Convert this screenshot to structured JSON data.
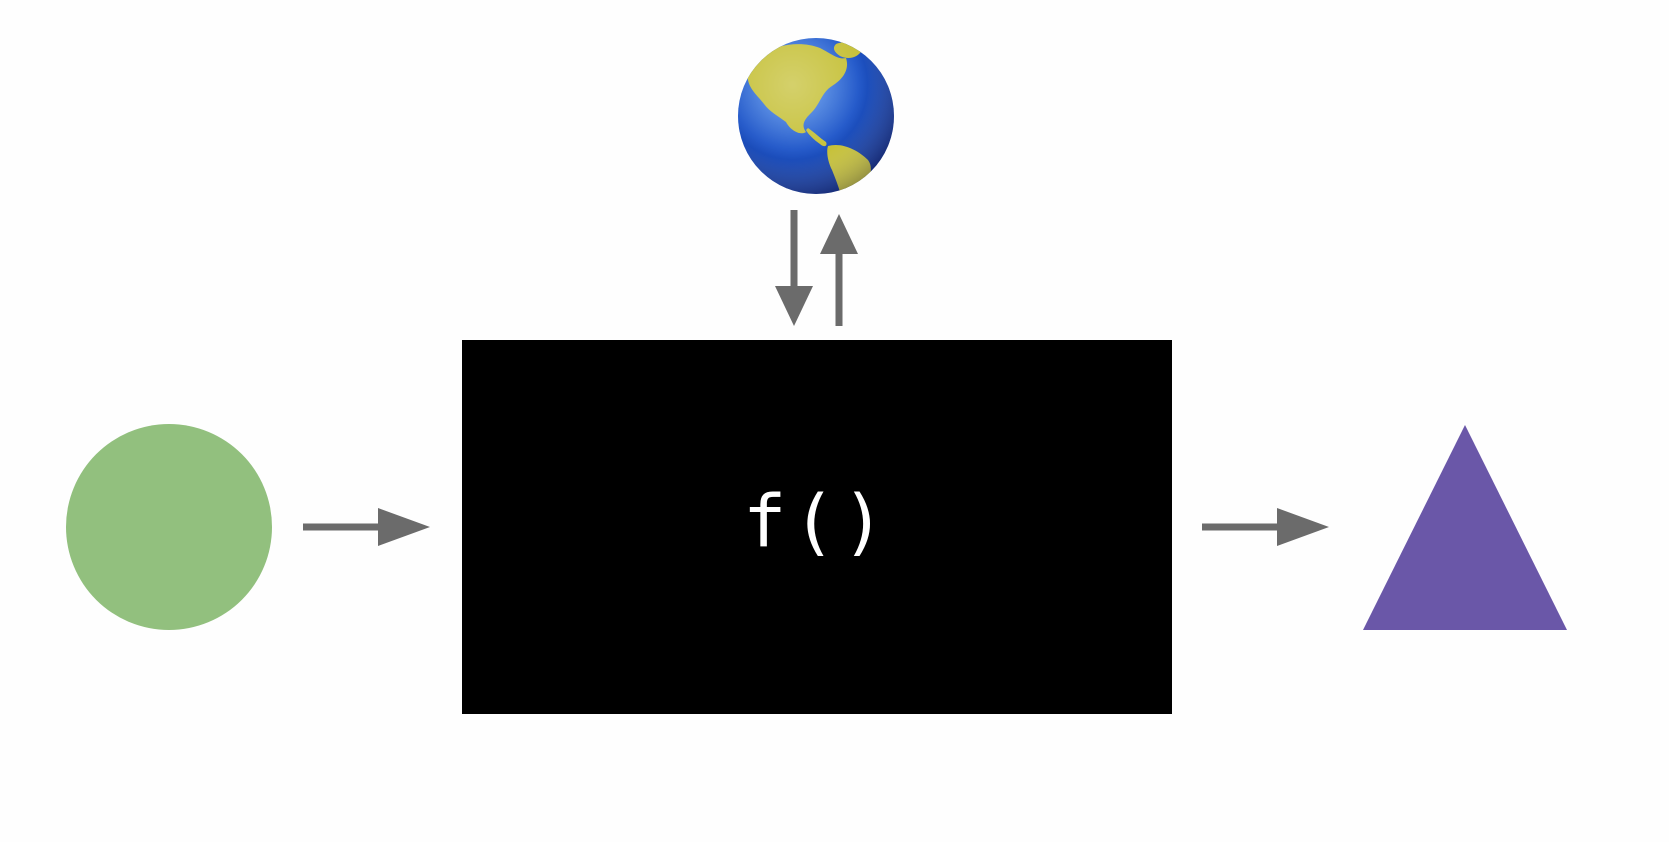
{
  "diagram": {
    "function_label": "f()",
    "input_shape": "circle",
    "output_shape": "triangle",
    "side_effect_icon": "globe-icon",
    "colors": {
      "background": "#fefefe",
      "function_box": "#000000",
      "function_text": "#ffffff",
      "arrow": "#6b6b6b",
      "input_circle": "#92c07e",
      "output_triangle": "#6a57a8",
      "globe_ocean": "#1f56c9",
      "globe_land": "#c6c13a"
    }
  }
}
